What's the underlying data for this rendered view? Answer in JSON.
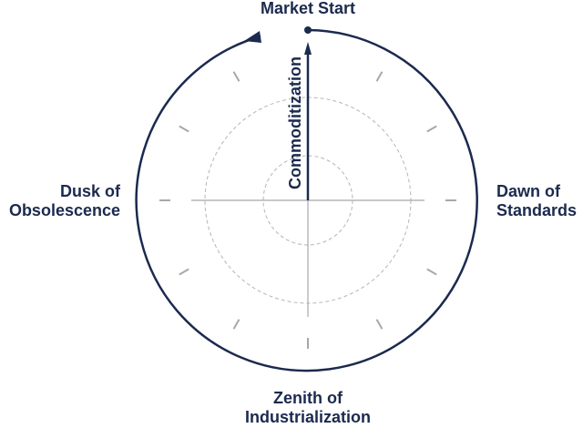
{
  "diagram": {
    "labels": {
      "top": "Market Start",
      "left_line1": "Dusk of",
      "left_line2": "Obsolescence",
      "right_line1": "Dawn of",
      "right_line2": "Standards",
      "bottom_line1": "Zenith of",
      "bottom_line2": "Industrialization",
      "axis": "Commoditization"
    },
    "colors": {
      "navy": "#1b2a4e",
      "grid": "#a8a8a8",
      "dashed": "#b5b5b5"
    }
  }
}
